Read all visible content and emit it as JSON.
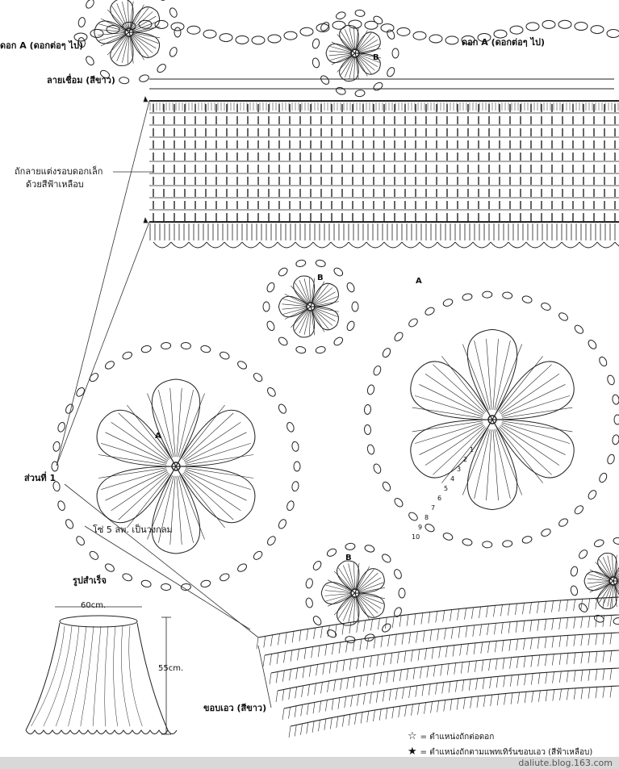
{
  "labels": {
    "motif_a_left": "ดอก A (ดอกต่อๆ ไป)",
    "motif_a_right": "ดอก A (ดอกต่อๆ ไป)",
    "join_pattern": "ลายเชื่อม (สีขาว)",
    "edging_note_line1": "ถักลายแต่งรอบดอกเล็ก",
    "edging_note_line2": "ด้วยสีฟ้าเหลือบ",
    "part_one": "ส่วนที่ 1",
    "chain_ring": "โซ่ 5 ลพ. เป็นวงกลม",
    "finished_shape": "รูปสำเร็จ",
    "waistband": "ขอบเอว (สีขาว)",
    "marker_a1": "A",
    "marker_a2": "A",
    "marker_b1": "B",
    "marker_b2": "B",
    "marker_b3": "B"
  },
  "dimensions": {
    "waist": "60cm.",
    "length": "55cm."
  },
  "round_numbers": [
    "1",
    "2",
    "3",
    "4",
    "5",
    "6",
    "7",
    "8",
    "9",
    "10"
  ],
  "legend": [
    {
      "symbol": "☆",
      "symbol_icon": "outline-star-icon",
      "text": "= ตำแหน่งถักต่อดอก"
    },
    {
      "symbol": "★",
      "symbol_icon": "filled-star-icon",
      "text": "= ตำแหน่งถักตามแพทเทิร์นขอบเอว (สีฟ้าเหลือบ)"
    }
  ],
  "watermark": "daliute.blog.163.com"
}
